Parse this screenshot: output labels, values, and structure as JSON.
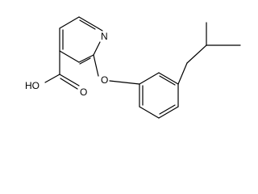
{
  "labels": {
    "ring_nitrogen": "N",
    "ether_oxygen": "O",
    "carbonyl_oxygen": "O",
    "hydroxyl": "HO"
  },
  "colors": {
    "background": "#ffffff",
    "ink": "#000000"
  }
}
